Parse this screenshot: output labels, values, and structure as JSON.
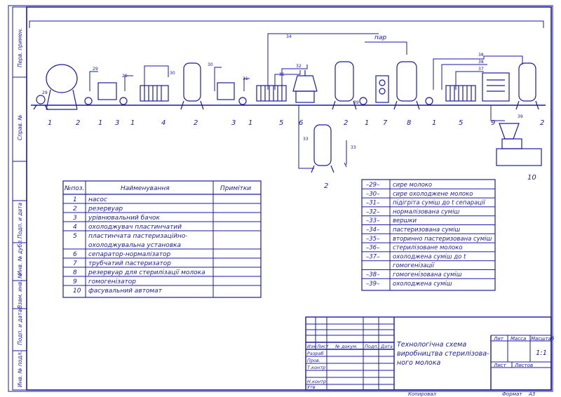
{
  "side_labels": [
    "Перв. примен.",
    "Справ. №",
    "Подп. и дата",
    "Инв. № дубл.",
    "Взам. инв. №",
    "Подп. и дата",
    "Инв. № подл."
  ],
  "steam_label": "пар",
  "scheme_numbers": [
    "1",
    "2",
    "1",
    "3",
    "1",
    "4",
    "2",
    "3",
    "1",
    "5",
    "6",
    "2",
    "1",
    "7",
    "8",
    "1",
    "5",
    "9",
    "2",
    "2",
    "10"
  ],
  "line_numbers": [
    "29",
    "29",
    "29",
    "30",
    "30",
    "34",
    "31",
    "32",
    "31",
    "33",
    "38",
    "38",
    "37",
    "39",
    "39",
    "33"
  ],
  "components_table": {
    "headers": {
      "pos": "№поз.",
      "name": "Найменування",
      "notes": "Примітки"
    },
    "rows": [
      {
        "pos": "1",
        "name": "насос"
      },
      {
        "pos": "2",
        "name": "резервуар"
      },
      {
        "pos": "3",
        "name": "урівнювальний бачок"
      },
      {
        "pos": "4",
        "name": "охолоджувач пластинчатий"
      },
      {
        "pos": "5",
        "name": "пластинчата пастеризаційно-"
      },
      {
        "pos": "",
        "name": "охолоджувальна установка"
      },
      {
        "pos": "6",
        "name": "сепаратор-нормалізатор"
      },
      {
        "pos": "7",
        "name": "трубчатий пастеризатор"
      },
      {
        "pos": "8",
        "name": "резервуар для стерилізації молока"
      },
      {
        "pos": "9",
        "name": "гомогенізатор"
      },
      {
        "pos": "10",
        "name": "фасувальний автомат"
      }
    ]
  },
  "lines_table": [
    {
      "code": "–29–",
      "text": "сире молоко"
    },
    {
      "code": "–30–",
      "text": "сире охолоджене молоко"
    },
    {
      "code": "–31–",
      "text": "підігріта суміш до t сепарації"
    },
    {
      "code": "–32–",
      "text": "нормалізована суміш"
    },
    {
      "code": "–33–",
      "text": "вершки"
    },
    {
      "code": "–34–",
      "text": "пастеризована суміш"
    },
    {
      "code": "–35–",
      "text": "вторинно пастеризована суміш"
    },
    {
      "code": "–36–",
      "text": "стерилізоване молоко"
    },
    {
      "code": "–37–",
      "text": "охолоджена суміш до t"
    },
    {
      "code": "",
      "text": "гомогенізації"
    },
    {
      "code": "–38–",
      "text": "гомогенізована суміш"
    },
    {
      "code": "–39–",
      "text": "охолоджена суміш"
    }
  ],
  "title_block": {
    "title_lines": [
      "Технологічна схема",
      "виробництва стерилізова-",
      "ного молока"
    ],
    "col_labels": [
      "Изм",
      "Лист",
      "№ докум.",
      "Подп.",
      "Дата"
    ],
    "row_labels": [
      "Разраб",
      "Пров.",
      "Т.контр",
      "Н.контр",
      "Утв"
    ],
    "lit_label": "Лит",
    "mass_label": "Масса",
    "scale_label": "Масштаб",
    "scale_value": "1:1",
    "sheet_label": "Лист",
    "sheets_label": "Листов",
    "copied_label": "Копировал",
    "format_label": "Формат",
    "format_value": "А3"
  }
}
